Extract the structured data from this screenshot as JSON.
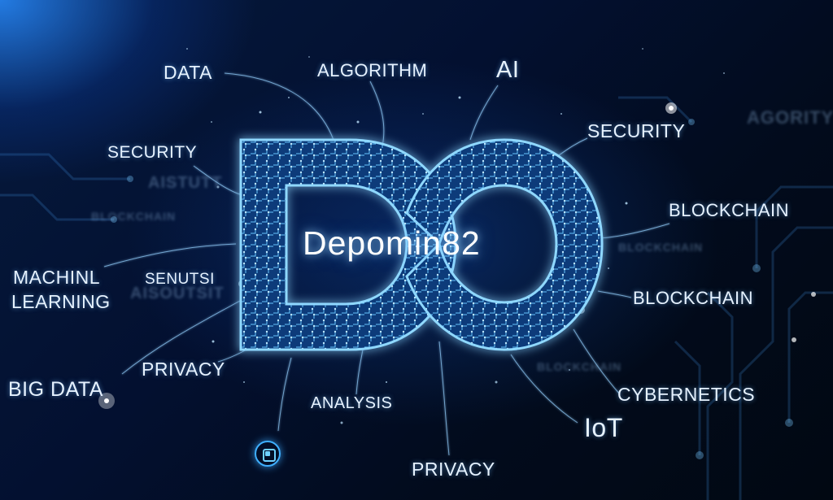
{
  "center": {
    "title": "Depomin82"
  },
  "labels": {
    "data": "DATA",
    "algorithm": "ALGORITHM",
    "ai": "AI",
    "security_left": "SECURITY",
    "security_right": "SECURITY",
    "blockchain_top": "BLOCKCHAIN",
    "blockchain_mid": "BLOCKCHAIN",
    "machine_learning_line1": "MACHINL",
    "machine_learning_line2": "LEARNING",
    "senutsi": "SENUTSI",
    "privacy_left": "PRIVACY",
    "big_data": "BIG DATA",
    "analysis": "ANALYSIS",
    "privacy_bottom": "PRIVACY",
    "cybernetics": "CYBERNETICS",
    "iot": "IoT"
  },
  "ghost_labels": {
    "agority": "AGORITY",
    "aistutt": "AISTUTT",
    "blockchain_ghost": "BLOCKCHAIN",
    "aisoutsit": "AISOUTSIT",
    "blockchain_lower": "BLOCKCHAIN",
    "blockchain_right": "BLOCKCHAIN"
  },
  "colors": {
    "accent": "#3fb0ff",
    "glow": "#8fd8ff",
    "background": "#020b1c"
  },
  "icons": [
    "network-logo-icon",
    "infinity-logo-icon"
  ]
}
